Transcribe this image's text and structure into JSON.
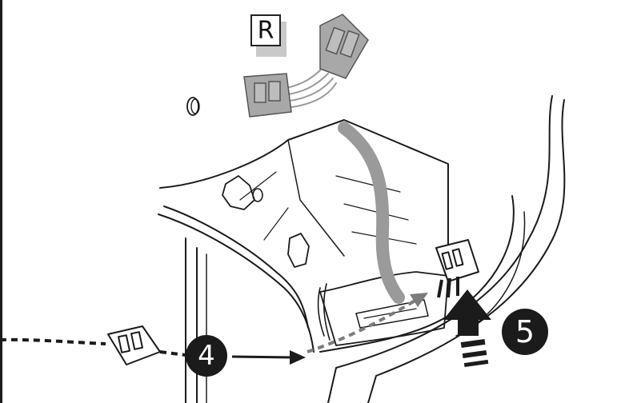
{
  "side_label": "R",
  "steps": [
    {
      "number": "4"
    },
    {
      "number": "5"
    }
  ],
  "colors": {
    "line": "#1b1b1b",
    "harness": "#9a9a9a",
    "badge": "#1b1b1b",
    "background": "#ffffff"
  }
}
